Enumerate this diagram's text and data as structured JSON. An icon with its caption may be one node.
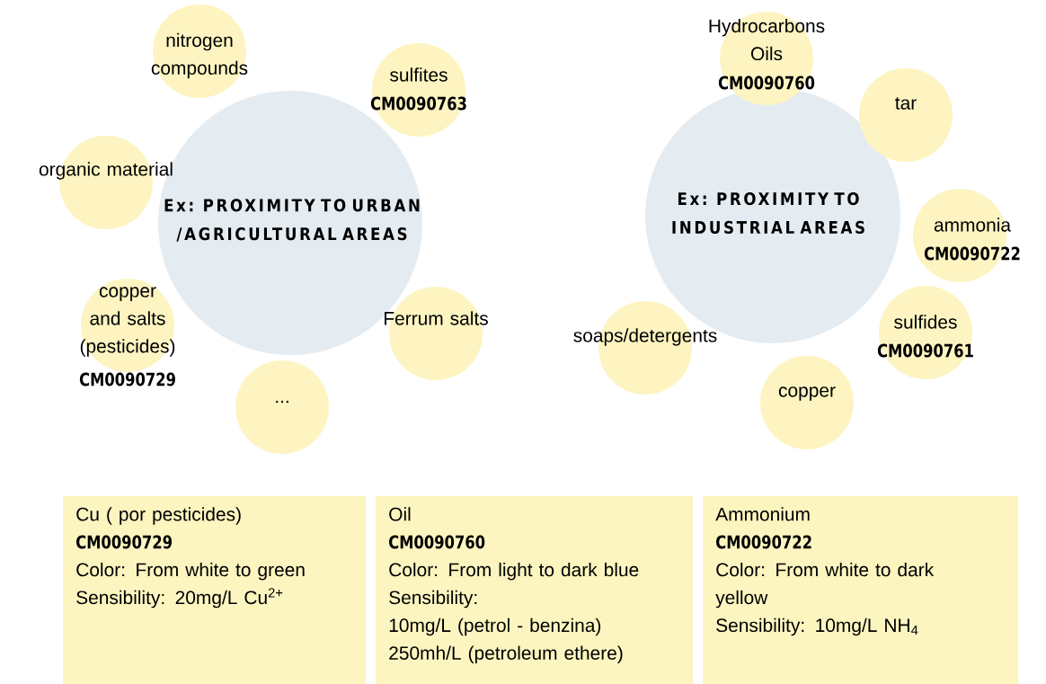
{
  "diagram": {
    "nodes": [
      {
        "text": [
          "Ex: PROXIMITY TO URBAN /AGRICULTURAL AREAS"
        ]
      },
      {
        "text": [
          "nitrogen compounds"
        ]
      },
      {
        "text": [
          "sulfites",
          "CM0090763"
        ]
      },
      {
        "text": [
          "organic material"
        ]
      },
      {
        "text": [
          "copper and salts (pesticides)",
          "CM0090729"
        ]
      },
      {
        "text": [
          "Ferrum salts"
        ]
      },
      {
        "text": [
          "..."
        ]
      },
      {
        "text": [
          "Ex: PROXIMITY TO INDUSTRIAL AREAS"
        ]
      },
      {
        "text": [
          "Hydrocarbons Oils",
          "CM0090760"
        ]
      },
      {
        "text": [
          "tar"
        ]
      },
      {
        "text": [
          "ammonia",
          "CM0090722"
        ]
      },
      {
        "text": [
          "sulfides",
          "CM0090761"
        ]
      },
      {
        "text": [
          "soaps/detergents"
        ]
      },
      {
        "text": [
          "copper"
        ]
      },
      {
        "text": [
          "Cu ( por pesticides)",
          "CM0090729",
          "Color: From white to green",
          "Sensibility: 20mg/L Cu$^{2+}$"
        ]
      },
      {
        "text": [
          "Oil",
          "CM0090760",
          "Color: From light to dark blue",
          "Sensibility:",
          "10mg/L (petrol - benzina)",
          "250mh/L (petroleum ethere)"
        ]
      },
      {
        "text": [
          "Ammonium",
          "CM0090722",
          "Color: From white to dark yellow",
          "Sensibility: 10mg/L NH$_{4}$"
        ]
      }
    ]
  }
}
